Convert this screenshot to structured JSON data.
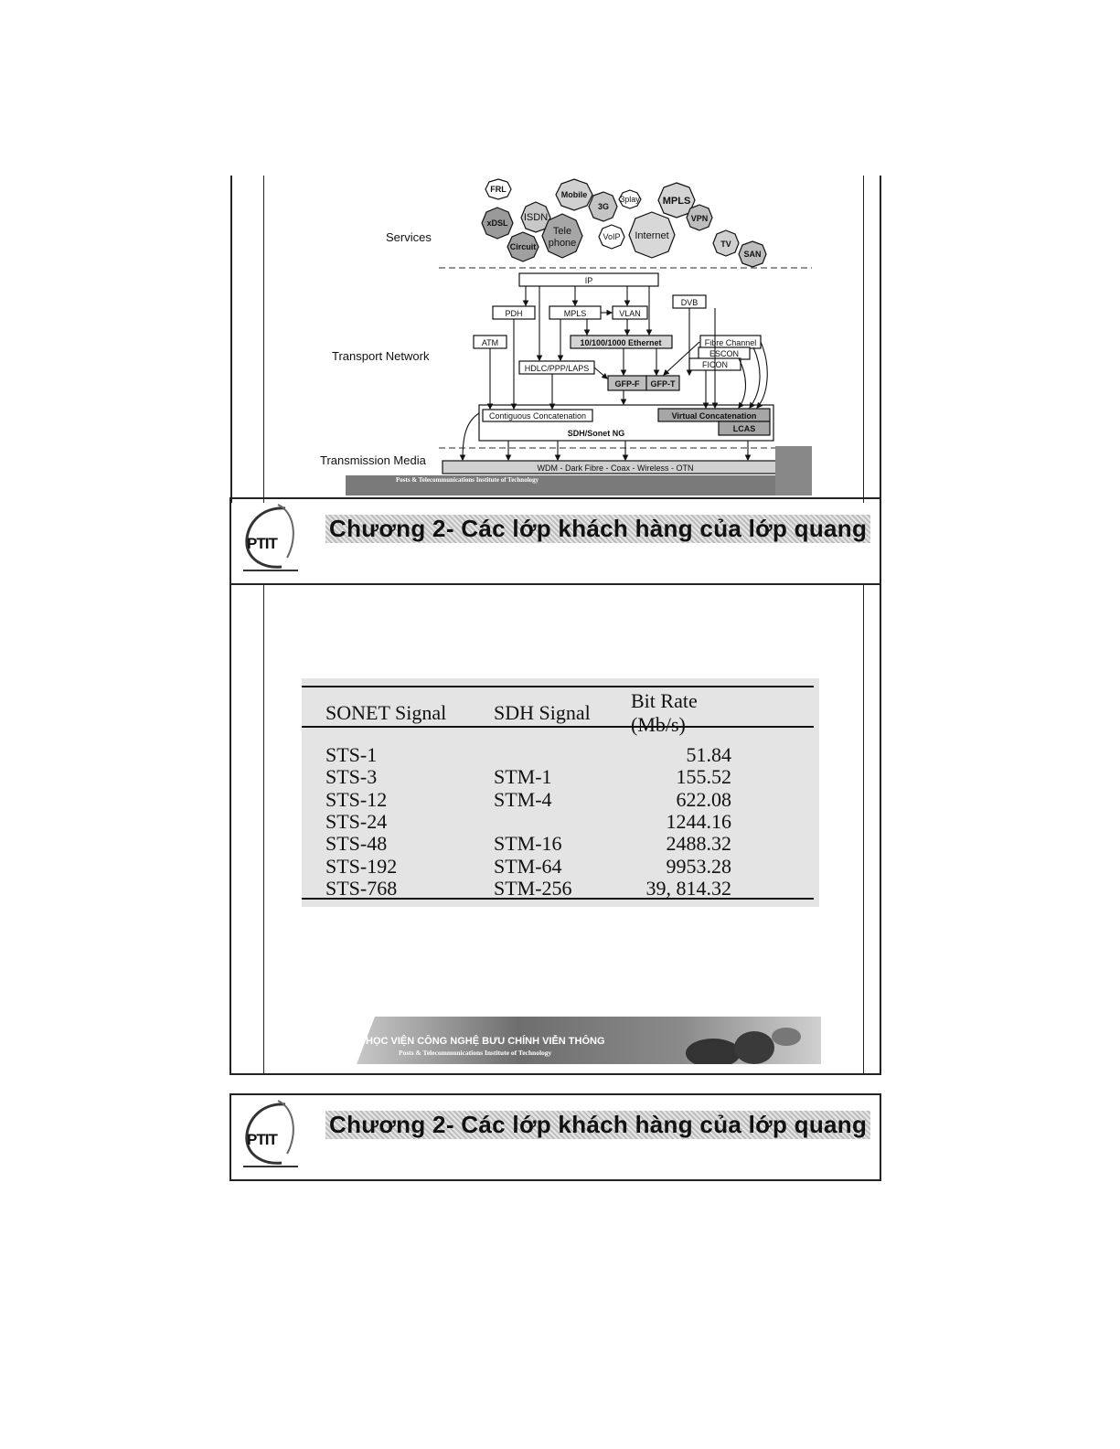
{
  "diagram": {
    "layers": {
      "services": "Services",
      "transport": "Transport Network",
      "media": "Transmission Media"
    },
    "services": [
      "FRL",
      "Mobile",
      "3G",
      "3play",
      "MPLS",
      "xDSL",
      "ISDN",
      "Tele",
      "phone",
      "VPN",
      "Circuit",
      "VoIP",
      "Internet",
      "TV",
      "SAN"
    ],
    "boxes": {
      "ip": "IP",
      "pdh": "PDH",
      "mpls": "MPLS",
      "vlan": "VLAN",
      "dvb": "DVB",
      "atm": "ATM",
      "ethernet": "10/100/1000 Ethernet",
      "fibre_channel": "Fibre Channel",
      "escon": "ESCON",
      "ficon": "FICON",
      "hdlc": "HDLC/PPP/LAPS",
      "gfpf": "GFP-F",
      "gfpt": "GFP-T",
      "contig": "Contiguous Concatenation",
      "virtual": "Virtual Concatenation",
      "lcas": "LCAS",
      "sdh": "SDH/Sonet NG",
      "wdm": "WDM - Dark Fibre - Coax - Wireless - OTN"
    },
    "banner_sub": "Posts & Telecommunications Institute of Technology"
  },
  "header": {
    "title": "Chương 2- Các lớp khách hàng của lớp quang",
    "logo_text": "PTIT"
  },
  "table": {
    "headers": [
      "SONET Signal",
      "SDH Signal",
      "Bit Rate (Mb/s)"
    ],
    "rows": [
      [
        "STS-1",
        "",
        "51.84"
      ],
      [
        "STS-3",
        "STM-1",
        "155.52"
      ],
      [
        "STS-12",
        "STM-4",
        "622.08"
      ],
      [
        "STS-24",
        "",
        "1244.16"
      ],
      [
        "STS-48",
        "STM-16",
        "2488.32"
      ],
      [
        "STS-192",
        "STM-64",
        "9953.28"
      ],
      [
        "STS-768",
        "STM-256",
        "39, 814.32"
      ]
    ]
  },
  "banner": {
    "title": "HỌC VIỆN CÔNG NGHỆ BƯU CHÍNH VIỄN THÔNG",
    "subtitle": "Posts & Telecommunications Institute of Technology"
  }
}
